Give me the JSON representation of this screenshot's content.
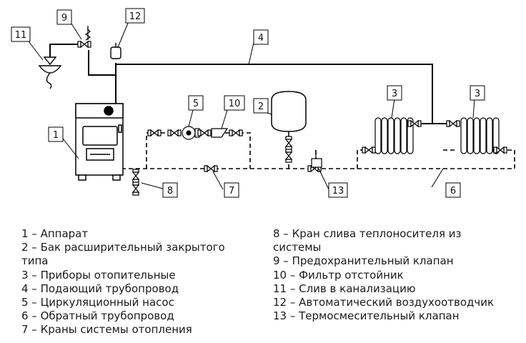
{
  "callouts": {
    "c1": "1",
    "c2": "2",
    "c3a": "3",
    "c3b": "3",
    "c4": "4",
    "c5": "5",
    "c6": "6",
    "c7": "7",
    "c8": "8",
    "c9": "9",
    "c10": "10",
    "c11": "11",
    "c12": "12",
    "c13": "13"
  },
  "legend_left": [
    "1 – Аппарат",
    "2 – Бак расширительный закрытого",
    "типа",
    "3 – Приборы отопительные",
    "4 – Подающий трубопровод",
    "5 – Циркуляционный насос",
    "6 – Обратный трубопровод",
    "7 – Краны системы отопления"
  ],
  "legend_right": [
    "8 – Кран слива теплоносителя из",
    "системы",
    "9 – Предохранительный клапан",
    "10 – Фильтр отстойник",
    "11 – Слив в канализацию",
    "12 – Автоматический воздухоотводчик",
    "13 – Термосмесительный клапан"
  ]
}
